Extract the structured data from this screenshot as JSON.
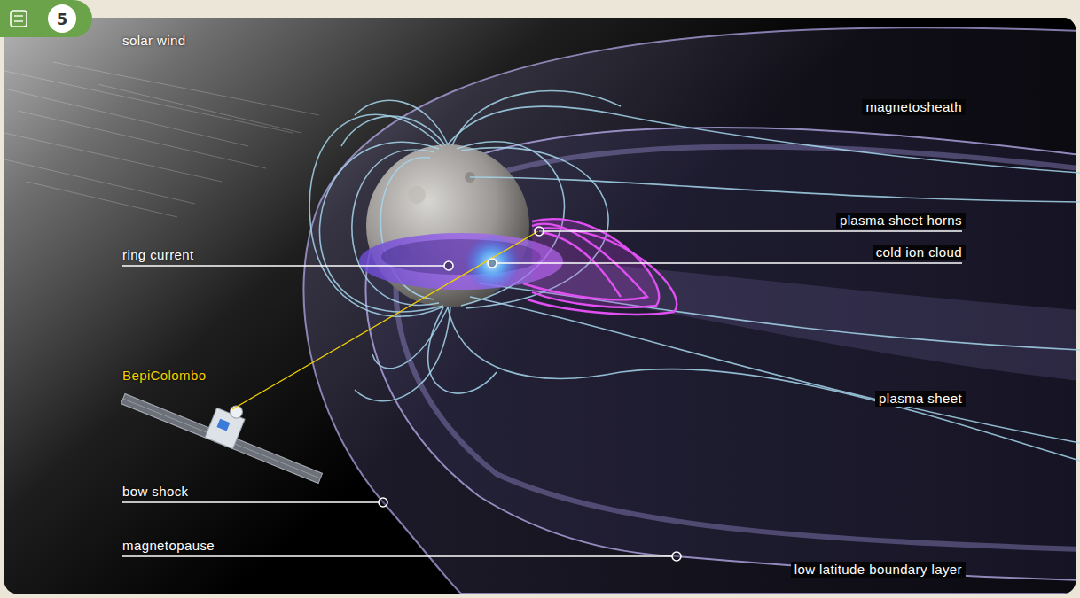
{
  "diagram": {
    "nodes": [
      {
        "text": [
          "5"
        ]
      }
    ],
    "labels": [
      "solar wind",
      "magnetosheath",
      "plasma sheet horns",
      "ring current",
      "cold ion cloud",
      "BepiColombo",
      "plasma sheet",
      "bow shock",
      "magnetopause",
      "low latitude boundary layer"
    ]
  }
}
